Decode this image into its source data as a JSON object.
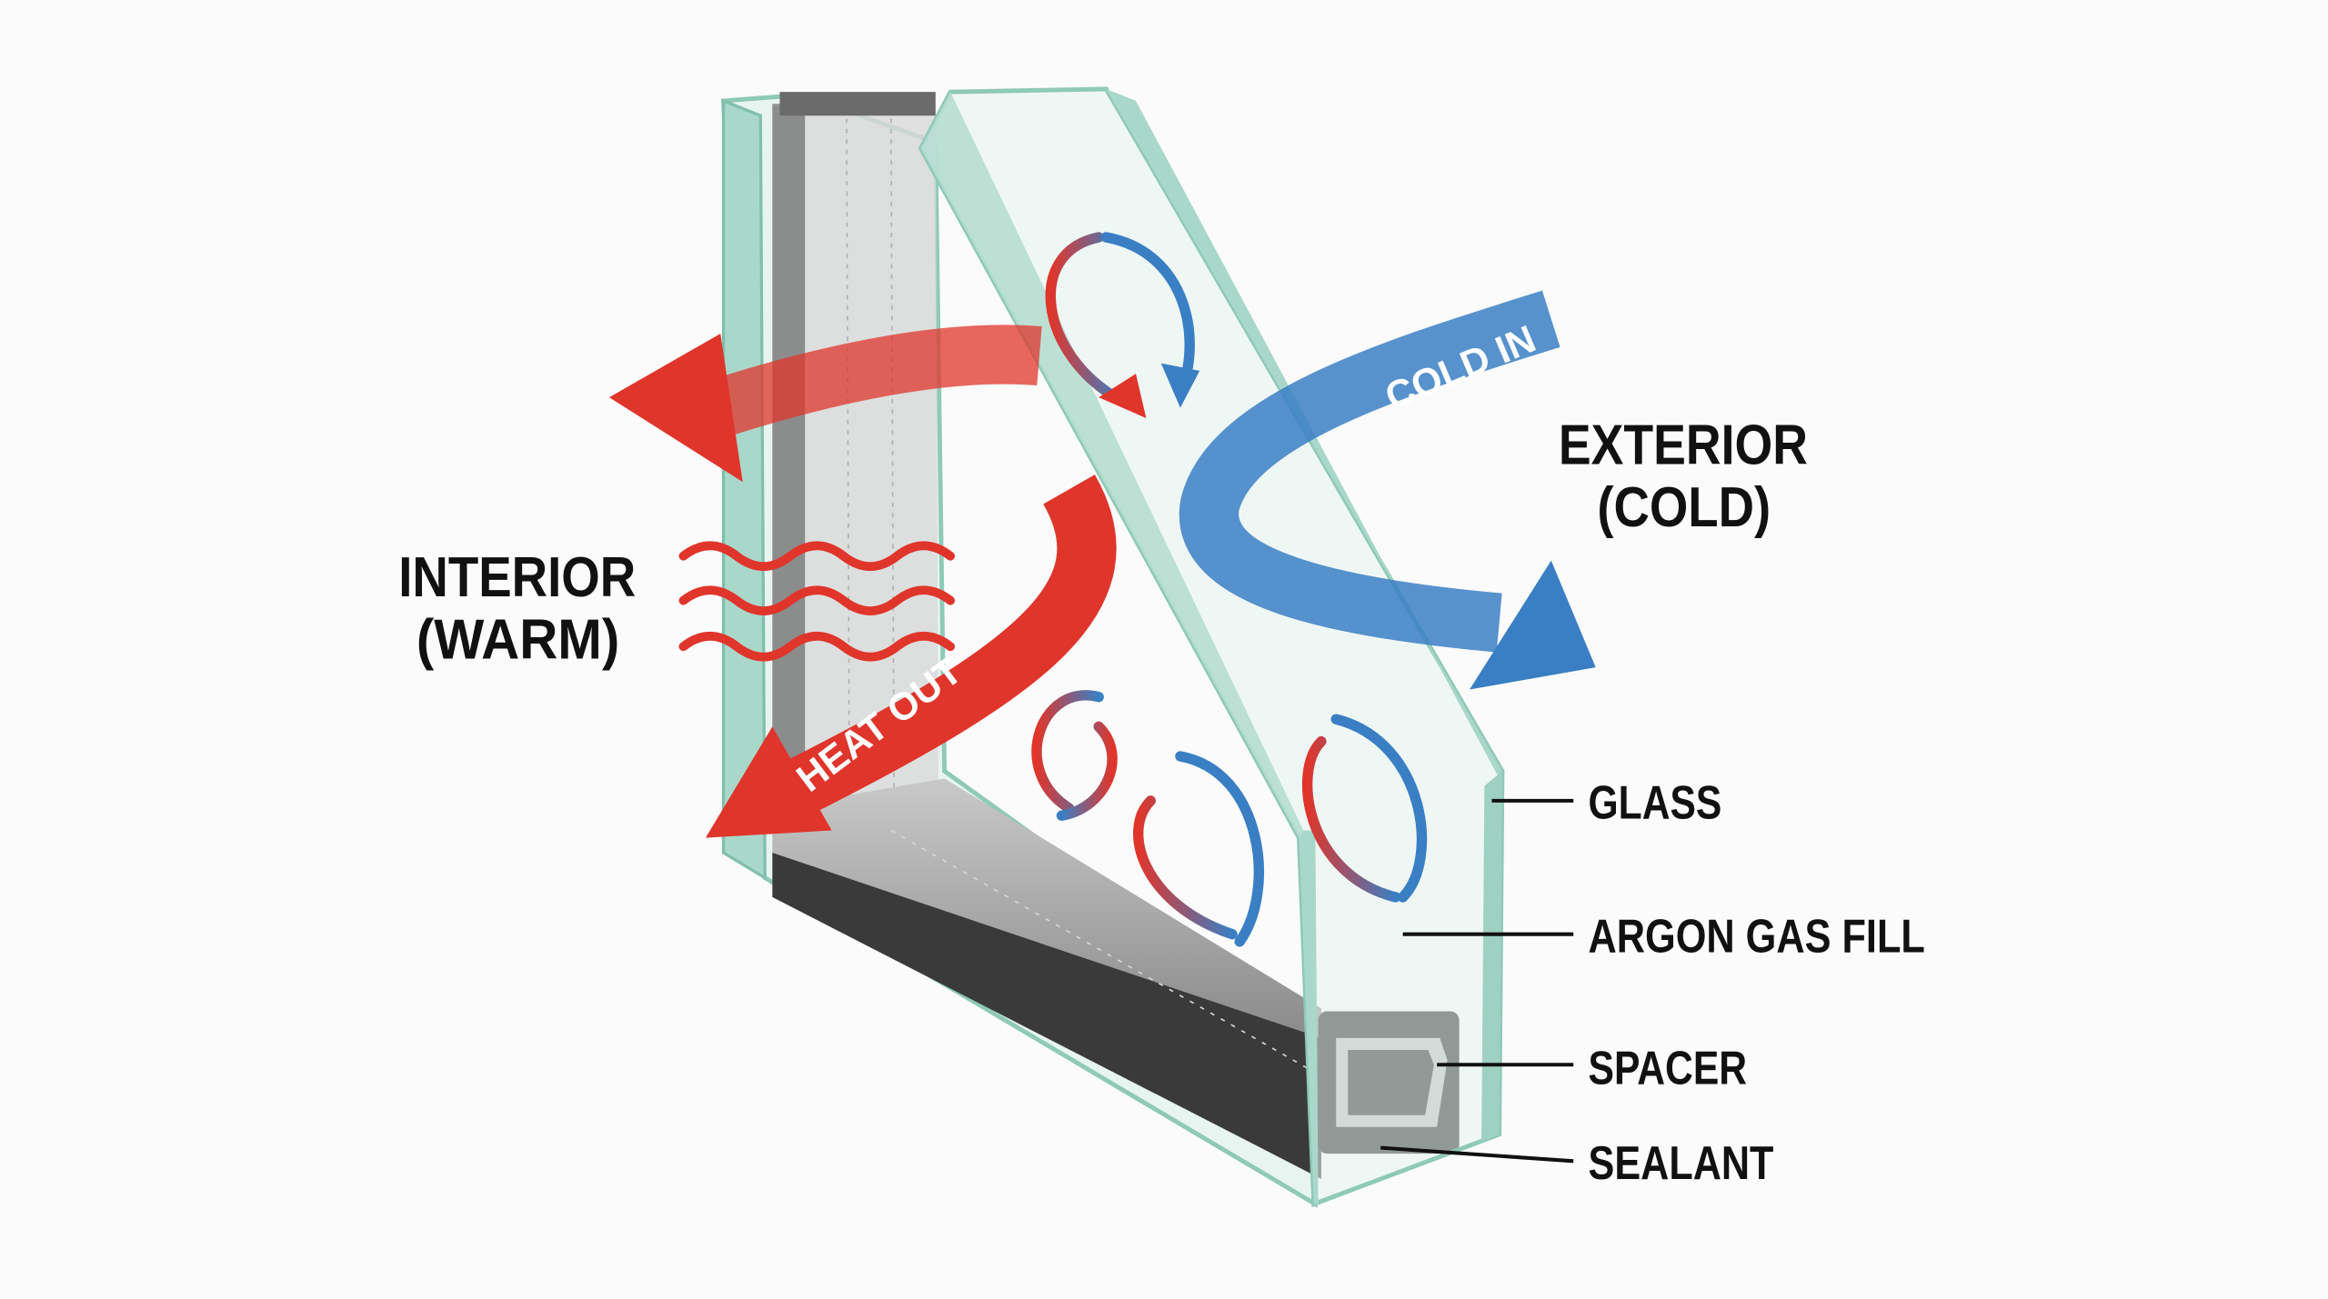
{
  "diagram": {
    "interior": {
      "line1": "INTERIOR",
      "line2": "(WARM)"
    },
    "exterior": {
      "line1": "EXTERIOR",
      "line2": "(COLD)"
    },
    "arrows": {
      "heat_out": {
        "label": "HEAT OUT",
        "color": "#e0352b"
      },
      "cold_in": {
        "label": "COLD IN",
        "color": "#3a7fc4"
      }
    },
    "callouts": [
      {
        "label": "GLASS"
      },
      {
        "label": "ARGON GAS FILL"
      },
      {
        "label": "SPACER"
      },
      {
        "label": "SEALANT"
      }
    ],
    "colors": {
      "glass": "#bfe3d9",
      "glass_edge": "#8fc9b8",
      "spacer": "#9a9a9a",
      "sealant": "#2d2d2d",
      "background": "#fbfbfb"
    }
  }
}
